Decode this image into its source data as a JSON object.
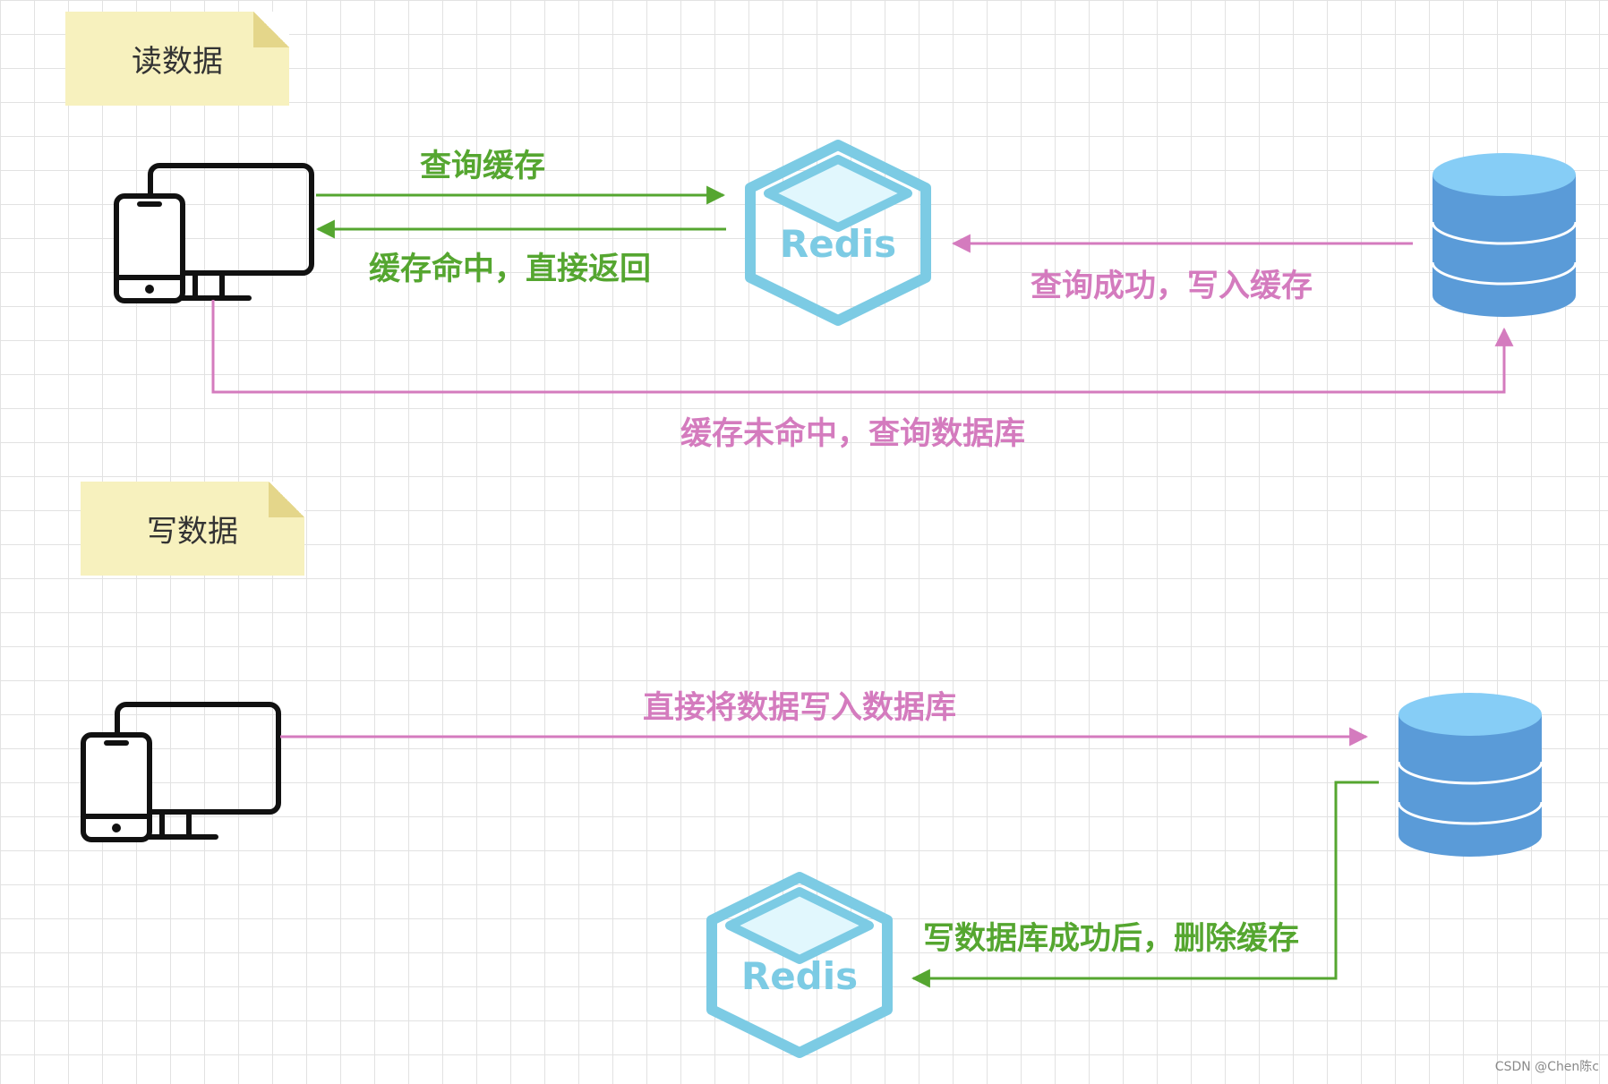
{
  "notes": {
    "read": "读数据",
    "write": "写数据"
  },
  "labels": {
    "query_cache": "查询缓存",
    "cache_hit_return": "缓存命中，直接返回",
    "query_success_write_cache": "查询成功，写入缓存",
    "cache_miss_query_db": "缓存未命中，查询数据库",
    "write_db_directly": "直接将数据写入数据库",
    "delete_cache_after_write": "写数据库成功后，删除缓存"
  },
  "redis_label": "Redis",
  "watermark": "CSDN @Chen陈c",
  "colors": {
    "green": "#55a630",
    "pink": "#d47bbe",
    "redis": "#7ccbe4",
    "db_top": "#86cdf6",
    "db_body": "#5a9bd8",
    "note": "#f7f1be"
  }
}
